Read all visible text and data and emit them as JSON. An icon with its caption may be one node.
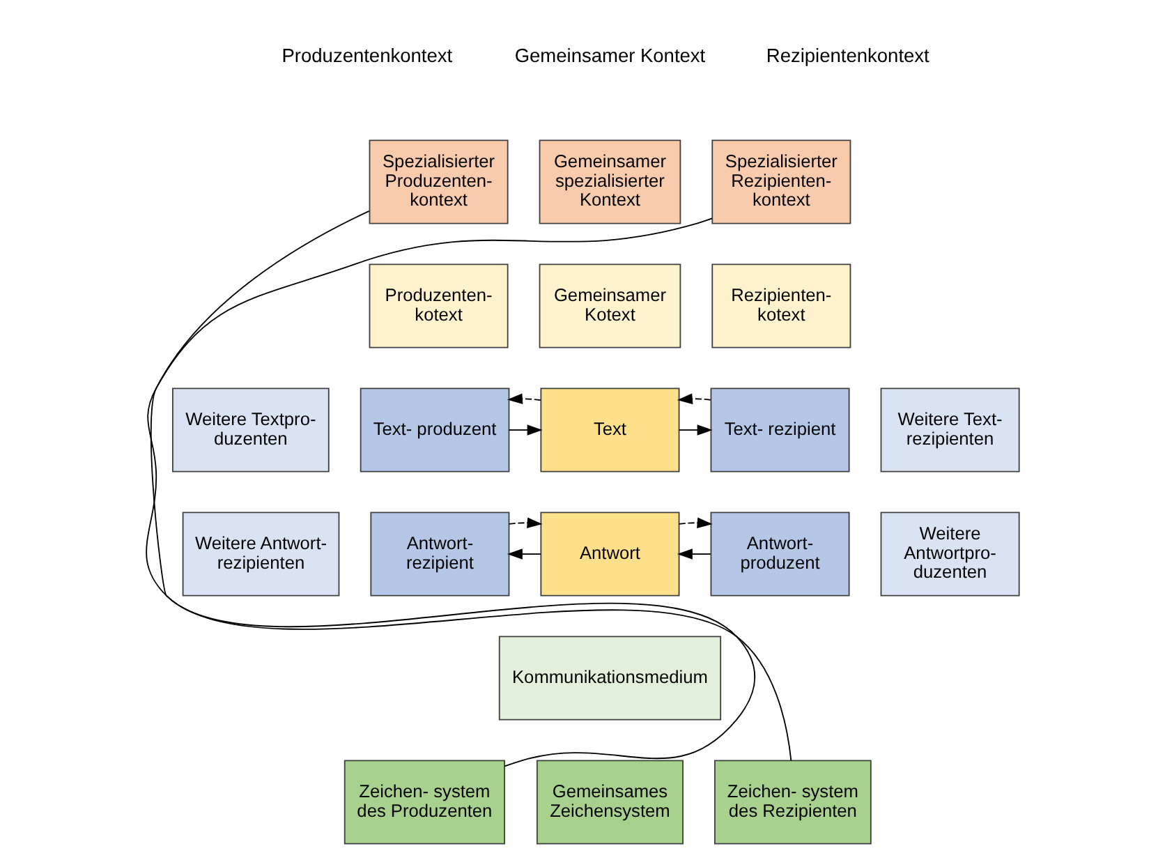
{
  "diagram": {
    "nodes": [
      {
        "text": [
          "Spezialisierter Produzenten- kontext"
        ]
      },
      {
        "text": [
          "Gemeinsamer spezialisierter Kontext"
        ]
      },
      {
        "text": [
          "Spezialisierter Rezipienten- kontext"
        ]
      },
      {
        "text": [
          "Produzenten- kotext"
        ]
      },
      {
        "text": [
          "Gemeinsamer Kotext"
        ]
      },
      {
        "text": [
          "Rezipienten- kotext"
        ]
      },
      {
        "text": [
          "Weitere Textpro- duzenten"
        ]
      },
      {
        "text": [
          "Text- produzent"
        ]
      },
      {
        "text": [
          "Text"
        ]
      },
      {
        "text": [
          "Text- rezipient"
        ]
      },
      {
        "text": [
          "Weitere Text- rezipienten"
        ]
      },
      {
        "text": [
          "Weitere Antwort- rezipienten"
        ]
      },
      {
        "text": [
          "Antwort- rezipient"
        ]
      },
      {
        "text": [
          "Antwort"
        ]
      },
      {
        "text": [
          "Antwort- produzent"
        ]
      },
      {
        "text": [
          "Weitere Antwortpro- duzenten"
        ]
      },
      {
        "text": [
          "Kommunikationsmedium"
        ]
      },
      {
        "text": [
          "Zeichen- system des Produzenten"
        ]
      },
      {
        "text": [
          "Gemeinsames Zeichensystem"
        ]
      },
      {
        "text": [
          "Zeichen- system des Rezipienten"
        ]
      }
    ],
    "edges": [
      {
        "from": 7,
        "to": 8,
        "arrow": "to"
      },
      {
        "from": 8,
        "to": 7,
        "arrow": "to",
        "style": "dashed"
      },
      {
        "from": 8,
        "to": 9,
        "arrow": "to"
      },
      {
        "from": 9,
        "to": 8,
        "arrow": "to",
        "style": "dashed"
      },
      {
        "from": 13,
        "to": 12,
        "arrow": "to"
      },
      {
        "from": 12,
        "to": 13,
        "arrow": "to",
        "style": "dashed"
      },
      {
        "from": 14,
        "to": 13,
        "arrow": "to"
      },
      {
        "from": 13,
        "to": 14,
        "arrow": "to",
        "style": "dashed"
      },
      {
        "from": 0,
        "to": 17,
        "arrow": "none"
      },
      {
        "from": 2,
        "to": 19,
        "arrow": "none"
      }
    ],
    "labels": [
      "Produzentenkontext",
      "Gemeinsamer Kontext",
      "Rezipientenkontext"
    ]
  }
}
